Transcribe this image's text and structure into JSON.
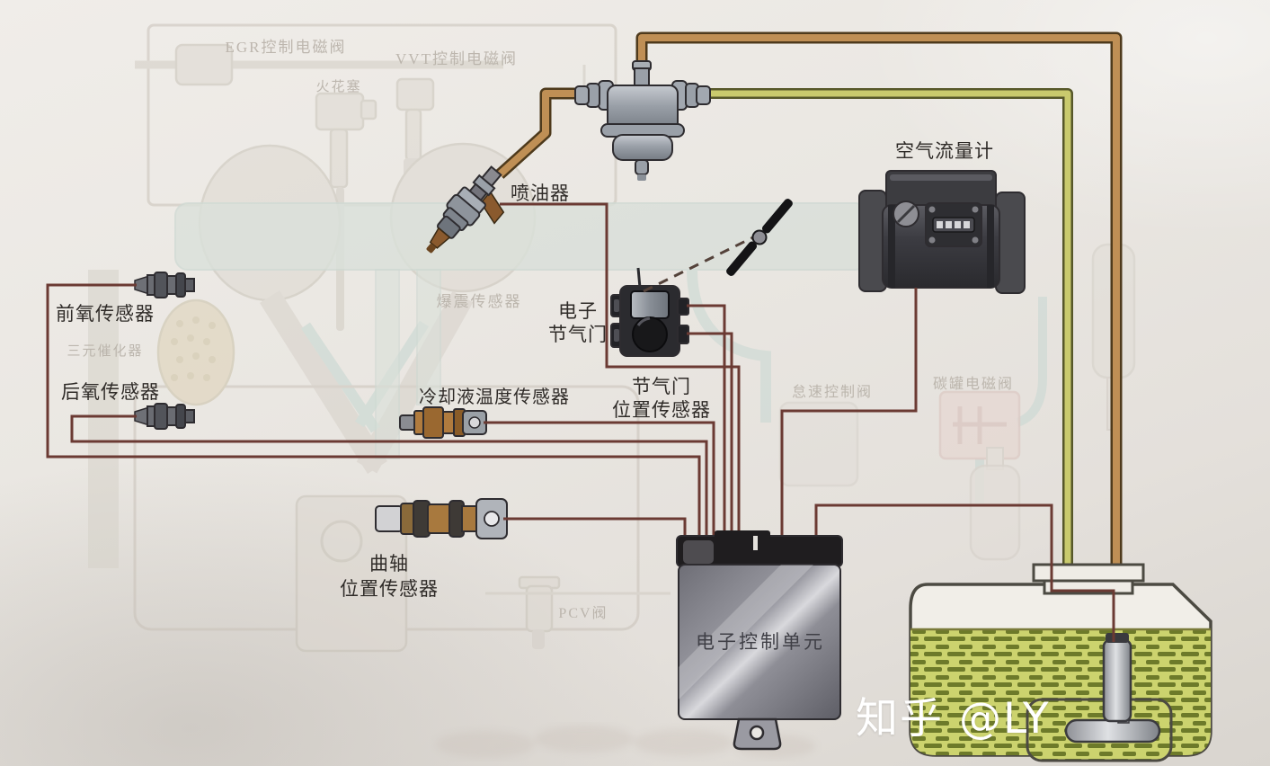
{
  "watermark": "知乎 @LY",
  "component_labels": {
    "air_flow_meter": "空气流量计",
    "fuel_injector": "喷油器",
    "electronic_throttle_line1": "电子",
    "electronic_throttle_line2": "节气门",
    "throttle_position_sensor_line1": "节气门",
    "throttle_position_sensor_line2": "位置传感器",
    "coolant_temp_sensor": "冷却液温度传感器",
    "front_oxygen_sensor": "前氧传感器",
    "rear_oxygen_sensor": "后氧传感器",
    "crankshaft_sensor_line1": "曲轴",
    "crankshaft_sensor_line2": "位置传感器",
    "ecu": "电子控制单元"
  },
  "background_labels": {
    "egr_valve": "EGR控制电磁阀",
    "vvt_valve": "VVT控制电磁阀",
    "spark_plug": "火花塞",
    "knock_sensor": "爆震传感器",
    "catalytic_converter": "三元催化器",
    "idle_control_valve": "怠速控制阀",
    "canister_solenoid_valve": "碳罐电磁阀",
    "pcv_valve": "PCV阀"
  },
  "colors": {
    "paper": "#e9e6e1",
    "wire": "#6b3a33",
    "fuel_supply": "#bf8f55",
    "fuel_supply_outline": "#4e3a1c",
    "fuel_return": "#c9ca6d",
    "fuel_return_outline": "#565729",
    "fuel_fill": "#ccd36e",
    "fuel_dash": "#6d7a2a",
    "tank_outline": "#4c4a42",
    "label_text": "#2f2b28",
    "faint_text": "#b7b1a8",
    "watermark_text": "#ffffff"
  }
}
